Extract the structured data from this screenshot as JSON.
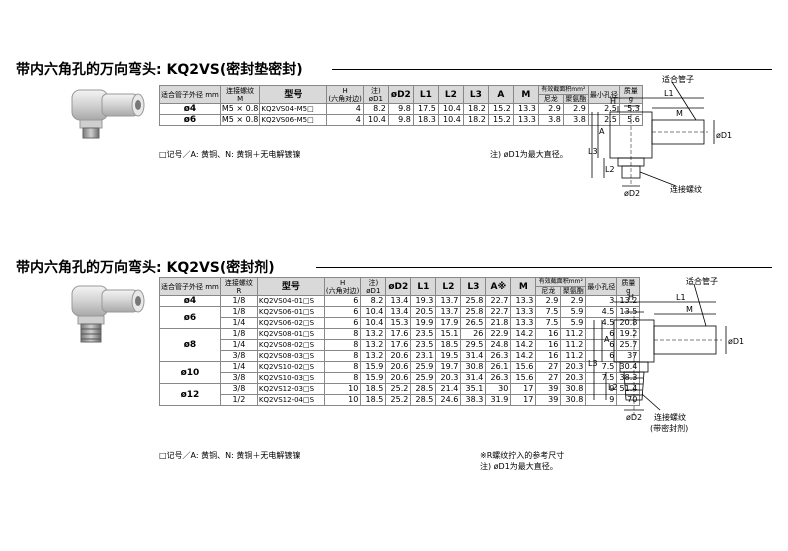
{
  "section1": {
    "title": "带内六角孔的万向弯头: KQ2VS(密封垫密封)",
    "headers": {
      "tube_od": "适合管子外径 mm",
      "thread": "连接螺纹",
      "thread_sym": "M",
      "model": "型号",
      "h": "H",
      "h_sub": "(六角对边)",
      "d1": "øD1",
      "d1_note": "注)",
      "d2": "øD2",
      "l1": "L1",
      "l2": "L2",
      "l3": "L3",
      "a": "A",
      "m": "M",
      "area": "有效截面积mm²",
      "nylon": "尼龙",
      "urethane": "聚氨酯",
      "min_bore": "最小孔径",
      "weight": "质量",
      "weight_unit": "g"
    },
    "rows": [
      {
        "dia": "ø4",
        "thread": "M5 × 0.8",
        "model": "KQ2VS04-M5□",
        "h": "4",
        "d1": "8.2",
        "d2": "9.8",
        "l1": "17.5",
        "l2": "10.4",
        "l3": "18.2",
        "a": "15.2",
        "m": "13.3",
        "nylon": "2.9",
        "urethane": "2.9",
        "bore": "2.5",
        "weight": "5.3"
      },
      {
        "dia": "ø6",
        "thread": "M5 × 0.8",
        "model": "KQ2VS06-M5□",
        "h": "4",
        "d1": "10.4",
        "d2": "9.8",
        "l1": "18.3",
        "l2": "10.4",
        "l3": "18.2",
        "a": "15.2",
        "m": "13.3",
        "nylon": "3.8",
        "urethane": "3.8",
        "bore": "2.5",
        "weight": "5.6"
      }
    ],
    "footnote_left": "□记号／A: 黄铜、N: 黄铜＋无电解镀镍",
    "footnote_right": "注) øD1为最大直径。",
    "drawing": {
      "tube_label": "适合管子",
      "thread_label": "连接螺纹",
      "labels": {
        "h": "H",
        "l1": "L1",
        "m": "M",
        "a": "A",
        "l2": "L2",
        "l3": "L3",
        "d1": "øD1",
        "d2": "øD2"
      }
    }
  },
  "section2": {
    "title": "带内六角孔的万向弯头: KQ2VS(密封剂)",
    "headers": {
      "tube_od": "适合管子外径 mm",
      "thread": "连接螺纹",
      "thread_sym": "R",
      "model": "型号",
      "h": "H",
      "h_sub": "(六角对边)",
      "d1": "øD1",
      "d1_note": "注)",
      "d2": "øD2",
      "l1": "L1",
      "l2": "L2",
      "l3": "L3",
      "a": "A※",
      "m": "M",
      "area": "有效截面积mm²",
      "nylon": "尼龙",
      "urethane": "聚氨酯",
      "min_bore": "最小孔径",
      "weight": "质量",
      "weight_unit": "g"
    },
    "groups": [
      {
        "dia": "ø4",
        "rows": [
          {
            "thread": "1/8",
            "model": "KQ2VS04-01□S",
            "h": "6",
            "d1": "8.2",
            "d2": "13.4",
            "l1": "19.3",
            "l2": "13.7",
            "l3": "25.8",
            "a": "22.7",
            "m": "13.3",
            "nylon": "2.9",
            "urethane": "2.9",
            "bore": "3",
            "weight": "13.2"
          }
        ]
      },
      {
        "dia": "ø6",
        "rows": [
          {
            "thread": "1/8",
            "model": "KQ2VS06-01□S",
            "h": "6",
            "d1": "10.4",
            "d2": "13.4",
            "l1": "20.5",
            "l2": "13.7",
            "l3": "25.8",
            "a": "22.7",
            "m": "13.3",
            "nylon": "7.5",
            "urethane": "5.9",
            "bore": "4.5",
            "weight": "13.5"
          },
          {
            "thread": "1/4",
            "model": "KQ2VS06-02□S",
            "h": "6",
            "d1": "10.4",
            "d2": "15.3",
            "l1": "19.9",
            "l2": "17.9",
            "l3": "26.5",
            "a": "21.8",
            "m": "13.3",
            "nylon": "7.5",
            "urethane": "5.9",
            "bore": "4.5",
            "weight": "20.8"
          }
        ]
      },
      {
        "dia": "ø8",
        "rows": [
          {
            "thread": "1/8",
            "model": "KQ2VS08-01□S",
            "h": "8",
            "d1": "13.2",
            "d2": "17.6",
            "l1": "23.5",
            "l2": "15.1",
            "l3": "26",
            "a": "22.9",
            "m": "14.2",
            "nylon": "16",
            "urethane": "11.2",
            "bore": "6",
            "weight": "19.2"
          },
          {
            "thread": "1/4",
            "model": "KQ2VS08-02□S",
            "h": "8",
            "d1": "13.2",
            "d2": "17.6",
            "l1": "23.5",
            "l2": "18.5",
            "l3": "29.5",
            "a": "24.8",
            "m": "14.2",
            "nylon": "16",
            "urethane": "11.2",
            "bore": "6",
            "weight": "25.7"
          },
          {
            "thread": "3/8",
            "model": "KQ2VS08-03□S",
            "h": "8",
            "d1": "13.2",
            "d2": "20.6",
            "l1": "23.1",
            "l2": "19.5",
            "l3": "31.4",
            "a": "26.3",
            "m": "14.2",
            "nylon": "16",
            "urethane": "11.2",
            "bore": "6",
            "weight": "37"
          }
        ]
      },
      {
        "dia": "ø10",
        "rows": [
          {
            "thread": "1/4",
            "model": "KQ2VS10-02□S",
            "h": "8",
            "d1": "15.9",
            "d2": "20.6",
            "l1": "25.9",
            "l2": "19.7",
            "l3": "30.8",
            "a": "26.1",
            "m": "15.6",
            "nylon": "27",
            "urethane": "20.3",
            "bore": "7.5",
            "weight": "30.4"
          },
          {
            "thread": "3/8",
            "model": "KQ2VS10-03□S",
            "h": "8",
            "d1": "15.9",
            "d2": "20.6",
            "l1": "25.9",
            "l2": "20.3",
            "l3": "31.4",
            "a": "26.3",
            "m": "15.6",
            "nylon": "27",
            "urethane": "20.3",
            "bore": "7.5",
            "weight": "38.3"
          }
        ]
      },
      {
        "dia": "ø12",
        "rows": [
          {
            "thread": "3/8",
            "model": "KQ2VS12-03□S",
            "h": "10",
            "d1": "18.5",
            "d2": "25.2",
            "l1": "28.5",
            "l2": "21.4",
            "l3": "35.1",
            "a": "30",
            "m": "17",
            "nylon": "39",
            "urethane": "30.8",
            "bore": "9",
            "weight": "51.4"
          },
          {
            "thread": "1/2",
            "model": "KQ2VS12-04□S",
            "h": "10",
            "d1": "18.5",
            "d2": "25.2",
            "l1": "28.5",
            "l2": "24.6",
            "l3": "38.3",
            "a": "31.9",
            "m": "17",
            "nylon": "39",
            "urethane": "30.8",
            "bore": "9",
            "weight": "70"
          }
        ]
      }
    ],
    "footnote_left": "□记号／A: 黄铜、N: 黄铜＋无电解镀镍",
    "footnote_right1": "※R螺纹拧入的参考尺寸",
    "footnote_right2": "注) øD1为最大直径。",
    "drawing": {
      "tube_label": "适合管子",
      "thread_label": "连接螺纹",
      "thread_label2": "(带密封剂)",
      "labels": {
        "h": "H",
        "l1": "L1",
        "m": "M",
        "a": "A",
        "l2": "L2",
        "l3": "L3",
        "d1": "øD1",
        "d2": "øD2"
      }
    }
  }
}
